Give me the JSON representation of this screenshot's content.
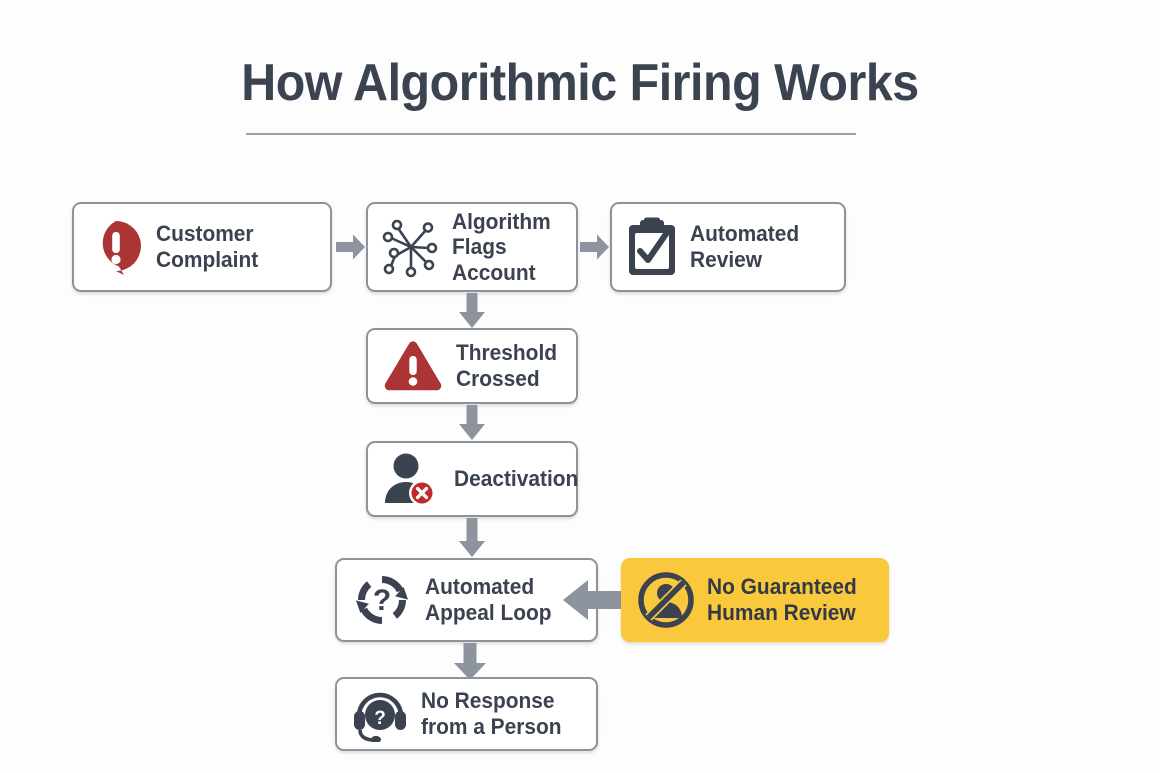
{
  "page": {
    "title": "How Algorithmic Firing Works",
    "background_color": "#fdfdfd",
    "text_color": "#3b4250",
    "accent_color": "#fac83c",
    "alert_color": "#ab3434",
    "arrow_color": "#8e949d"
  },
  "diagram": {
    "type": "flowchart",
    "nodes": [
      {
        "id": "customer-complaint",
        "label": "Customer\nComplaint",
        "icon": "exclamation-speech-bubble-icon",
        "highlight": false
      },
      {
        "id": "algorithm-flags-account",
        "label": "Algorithm\nFlags Account",
        "icon": "network-nodes-icon",
        "highlight": false
      },
      {
        "id": "automated-review",
        "label": "Automated\nReview",
        "icon": "clipboard-check-icon",
        "highlight": false
      },
      {
        "id": "threshold-crossed",
        "label": "Threshold\nCrossed",
        "icon": "warning-triangle-icon",
        "highlight": false
      },
      {
        "id": "deactivation",
        "label": "Deactivation",
        "icon": "user-blocked-icon",
        "highlight": false
      },
      {
        "id": "automated-appeal-loop",
        "label": "Automated\nAppeal Loop",
        "icon": "refresh-question-icon",
        "highlight": false
      },
      {
        "id": "no-guaranteed-human-review",
        "label": "No Guaranteed\nHuman Review",
        "icon": "no-person-icon",
        "highlight": true
      },
      {
        "id": "no-response-from-a-person",
        "label": "No Response\nfrom a Person",
        "icon": "headset-question-icon",
        "highlight": false
      }
    ],
    "edges": [
      {
        "from": "customer-complaint",
        "to": "algorithm-flags-account",
        "direction": "right"
      },
      {
        "from": "algorithm-flags-account",
        "to": "automated-review",
        "direction": "right"
      },
      {
        "from": "algorithm-flags-account",
        "to": "threshold-crossed",
        "direction": "down"
      },
      {
        "from": "threshold-crossed",
        "to": "deactivation",
        "direction": "down"
      },
      {
        "from": "deactivation",
        "to": "automated-appeal-loop",
        "direction": "down"
      },
      {
        "from": "automated-appeal-loop",
        "to": "no-response-from-a-person",
        "direction": "down"
      },
      {
        "from": "no-guaranteed-human-review",
        "to": "automated-appeal-loop",
        "direction": "left"
      }
    ]
  }
}
